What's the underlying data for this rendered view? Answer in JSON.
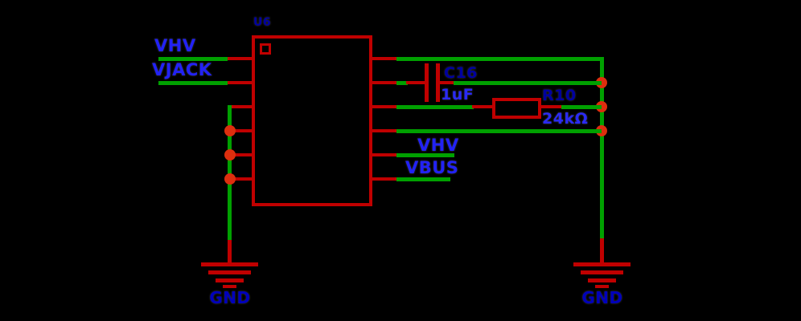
{
  "colors": {
    "background": "#000000",
    "symbol": "#c00000",
    "wire": "#00a000",
    "junction": "#dd2e0e",
    "net-label": "#2222f5",
    "designator": "#0000a0",
    "value": "#2a2af5",
    "gnd-label": "#0000bb"
  },
  "ic": {
    "designator": "U6"
  },
  "capacitor": {
    "designator": "C16",
    "value": "1uF"
  },
  "resistor": {
    "designator": "R10",
    "value": "24kΩ"
  },
  "nets": {
    "vhv_in": "VHV",
    "vjack_in": "VJACK",
    "vhv_out": "VHV",
    "vbus_out": "VBUS",
    "gnd_left": "GND",
    "gnd_right": "GND"
  }
}
